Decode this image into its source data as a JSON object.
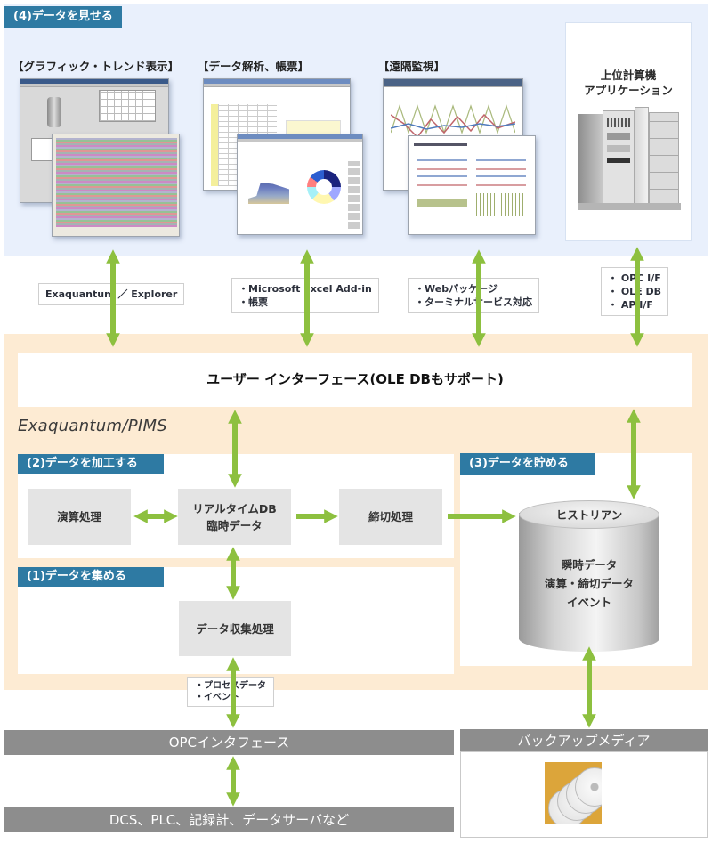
{
  "colors": {
    "section_tag": "#2e7aa3",
    "arrow": "#8dc03f",
    "top_panel_bg": "#e9f0fc",
    "orange_bg": "#fdebd3",
    "gray_box": "#e4e4e4",
    "dark_bar": "#8d8d8d"
  },
  "present": {
    "tag": "(4)データを見せる",
    "columns": [
      {
        "title": "【グラフィック・トレンド表示】",
        "image": "graphic-trend-screenshot"
      },
      {
        "title": "【データ解析、帳票】",
        "image": "data-analysis-report-screenshot"
      },
      {
        "title": "【遠隔監視】",
        "image": "remote-monitoring-screenshot"
      }
    ],
    "host_app": {
      "title_line1": "上位計算機",
      "title_line2": "アプリケーション",
      "image": "server-rack-icon"
    }
  },
  "interfaces": {
    "explorer": "Exaquantum ／ Explorer",
    "excel": [
      "・Microsoft Excel Add-in",
      "・帳票"
    ],
    "web": [
      "・Webパッケージ",
      "・ターミナルサービス対応"
    ],
    "api": [
      "・ OPC I/F",
      "・ OLE DB",
      "・ AP I/F"
    ]
  },
  "pims": {
    "user_interface": "ユーザー インターフェース(OLE DBもサポート)",
    "brand": "Exaquantum/PIMS",
    "process": {
      "tag": "(2)データを加工する",
      "calc": "演算処理",
      "realtime_line1": "リアルタイムDB",
      "realtime_line2": "臨時データ",
      "closing": "締切処理"
    },
    "collect": {
      "tag": "(1)データを集める",
      "collect_box": "データ収集処理"
    },
    "store": {
      "tag": "(3)データを貯める",
      "historian_title": "ヒストリアン",
      "historian_lines": [
        "瞬時データ",
        "演算・締切データ",
        "イベント"
      ]
    }
  },
  "collect_label": [
    "・プロセスデータ",
    "・イベント"
  ],
  "bottom": {
    "opc": "OPCインタフェース",
    "devices": "DCS、PLC、記録計、データサーバなど",
    "backup": "バックアップメディア",
    "backup_image": "optical-discs-image"
  }
}
